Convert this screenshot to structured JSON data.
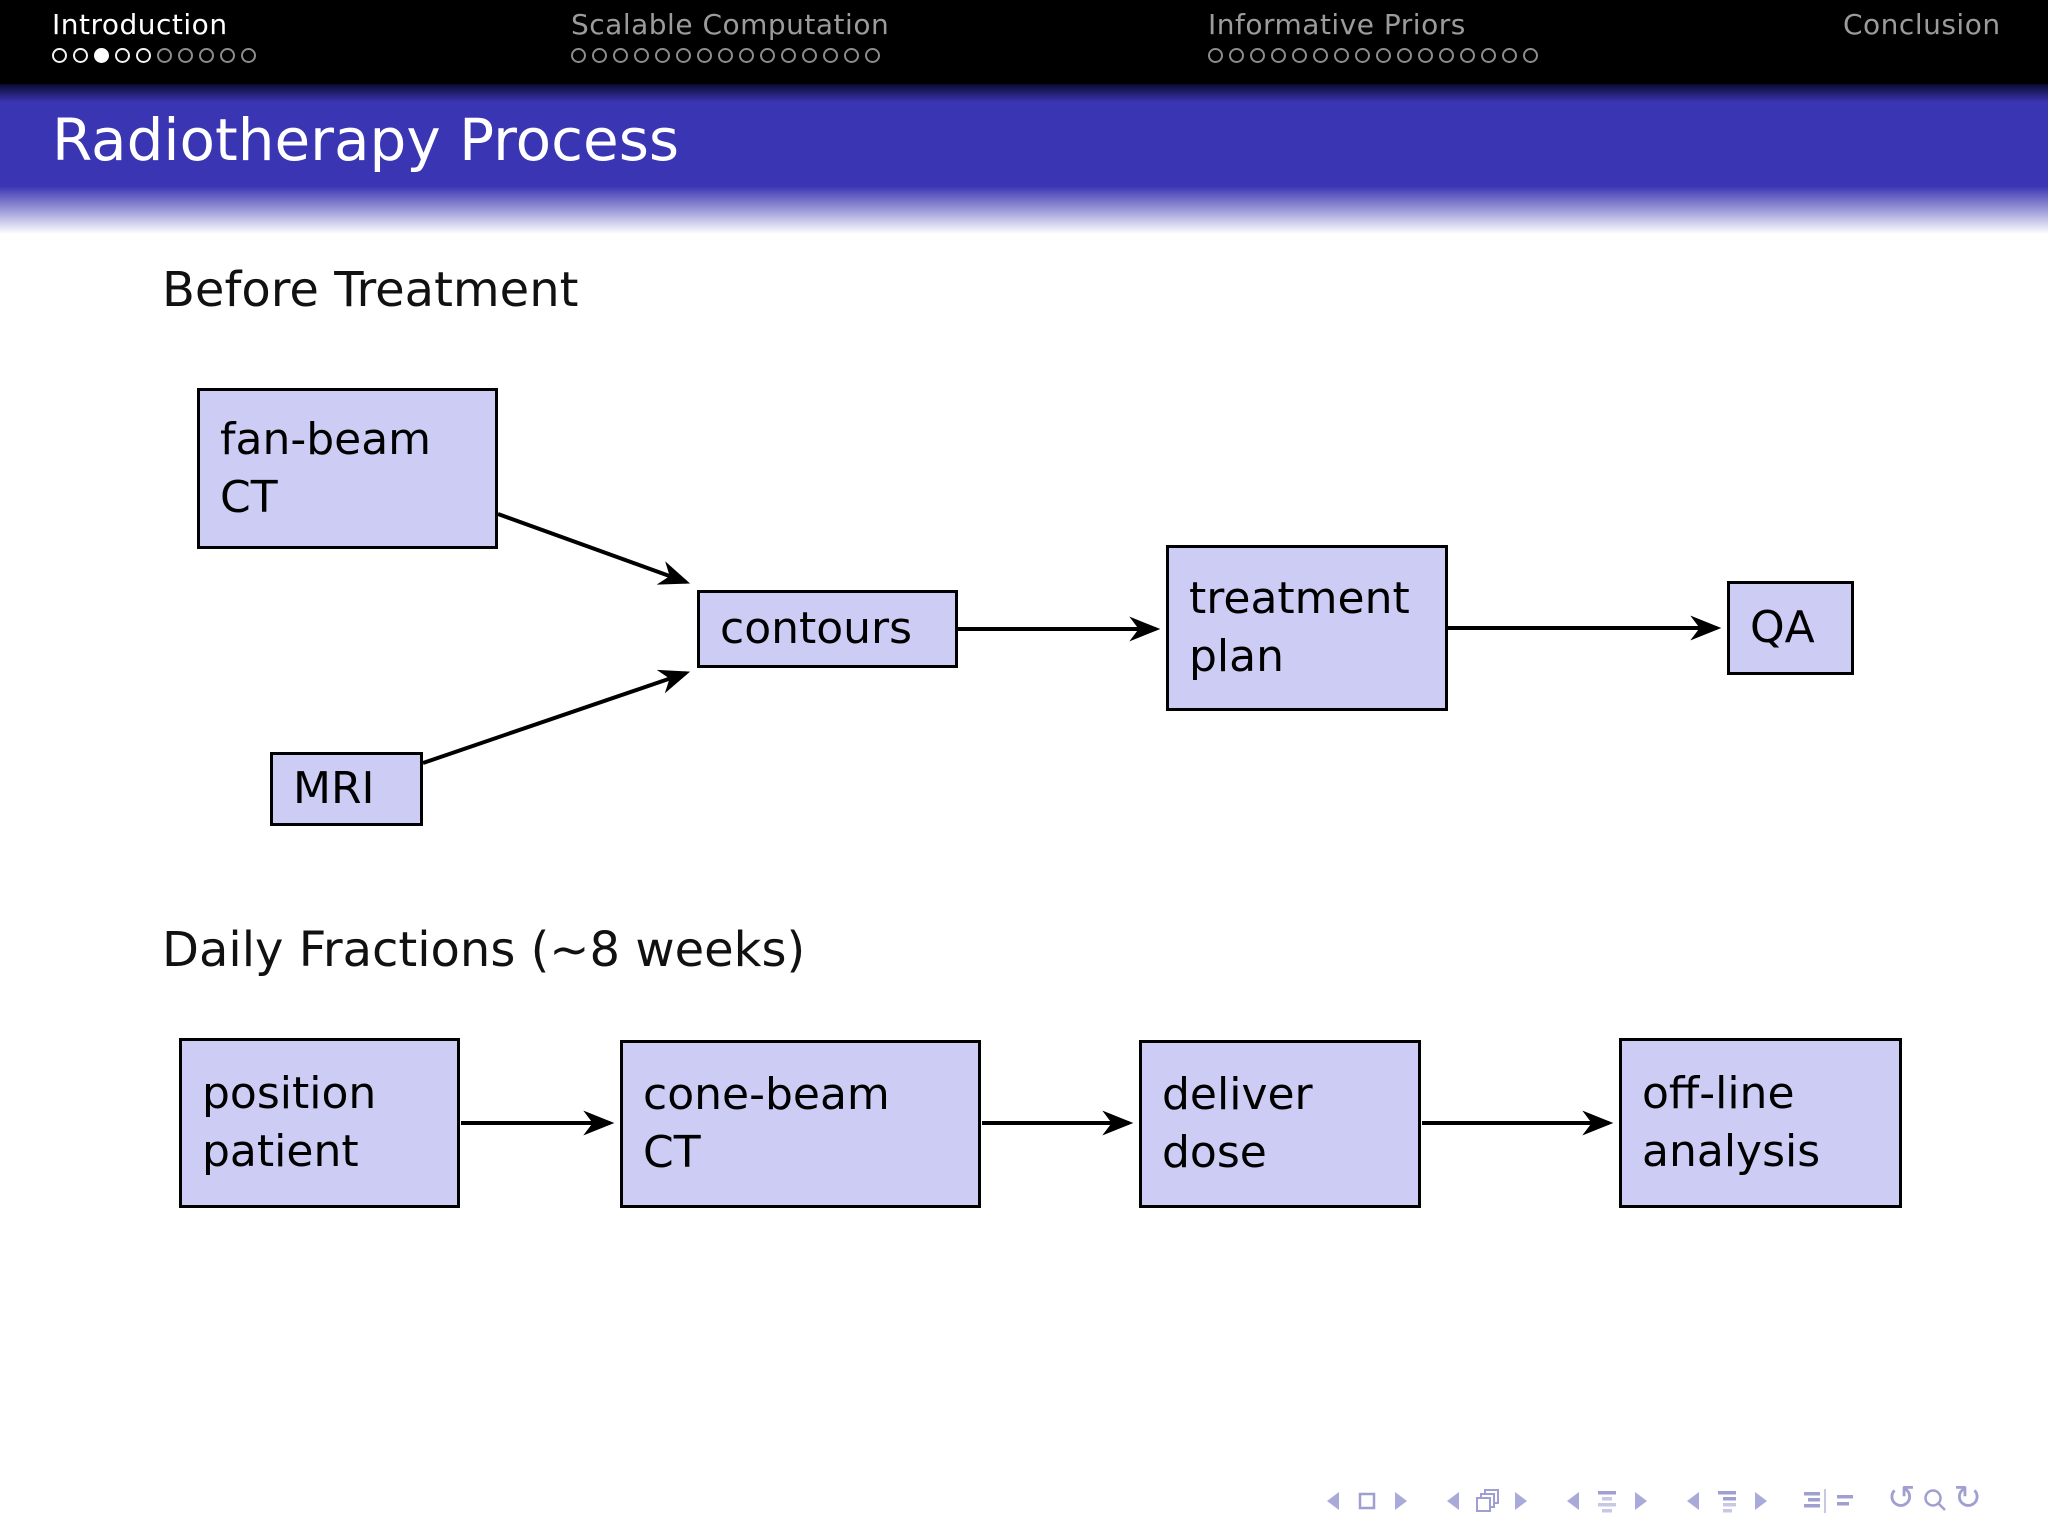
{
  "nav": {
    "sections": [
      {
        "label": "Introduction",
        "state": "active",
        "dots_total": 10,
        "dots_filled": 2,
        "dots_bright": 5
      },
      {
        "label": "Scalable Computation",
        "state": "inactive",
        "dots_total": 15,
        "dots_filled": -1,
        "dots_bright": 0
      },
      {
        "label": "Informative Priors",
        "state": "inactive",
        "dots_total": 16,
        "dots_filled": -1,
        "dots_bright": 0
      },
      {
        "label": "Conclusion",
        "state": "inactive",
        "dots_total": 0,
        "dots_filled": -1,
        "dots_bright": 0
      }
    ]
  },
  "title": "Radiotherapy Process",
  "diagram": {
    "before": {
      "heading": "Before Treatment",
      "boxes": {
        "fanbeam": {
          "lines": [
            "fan-beam",
            "CT"
          ]
        },
        "mri": {
          "lines": [
            "MRI"
          ]
        },
        "contours": {
          "lines": [
            "contours"
          ]
        },
        "plan": {
          "lines": [
            "treatment",
            "plan"
          ]
        },
        "qa": {
          "lines": [
            "QA"
          ]
        }
      },
      "flow": [
        "fan-beam CT -> contours",
        "MRI -> contours",
        "contours -> treatment plan",
        "treatment plan -> QA"
      ]
    },
    "daily": {
      "heading": "Daily Fractions (∼8 weeks)",
      "boxes": {
        "position": {
          "lines": [
            "position",
            "patient"
          ]
        },
        "conebeam": {
          "lines": [
            "cone-beam",
            "CT"
          ]
        },
        "deliver": {
          "lines": [
            "deliver",
            "dose"
          ]
        },
        "offline": {
          "lines": [
            "off-line",
            "analysis"
          ]
        }
      },
      "flow": [
        "position patient -> cone-beam CT",
        "cone-beam CT -> deliver dose",
        "deliver dose -> off-line analysis"
      ]
    }
  },
  "footer": {
    "back_glyph": "↺",
    "forward_glyph": "↻",
    "icons": [
      "slide-prev",
      "slide",
      "slide-next",
      "frame-prev",
      "frames",
      "frame-next",
      "subsection-prev",
      "subsection-list",
      "subsection-next",
      "section-prev",
      "section-list",
      "section-next",
      "appendix",
      "table-of-contents",
      "back",
      "search",
      "forward"
    ]
  },
  "colors": {
    "header_bg": "#000000",
    "title_bar_blue": "#3a35b2",
    "box_fill": "#ccccf4",
    "box_border": "#000000",
    "nav_active_text": "#ffffff",
    "nav_inactive_text": "#9b9b9b",
    "nav_symbols": "#9f9fd2"
  }
}
